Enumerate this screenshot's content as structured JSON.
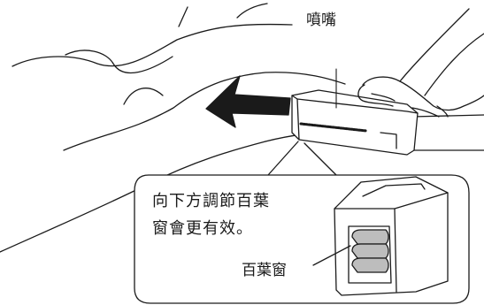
{
  "labels": {
    "nozzle": "噴嘴",
    "callout_line_1": "向下方調節百葉",
    "callout_line_2": "窗會更有效。",
    "louver": "百葉窗"
  },
  "icons": {
    "arrow": "left-arrow-icon",
    "hand": "hand-icon",
    "nozzle": "nozzle-icon",
    "louver": "louver-icon"
  },
  "colors": {
    "line": "#1a1a1a",
    "background": "#ffffff",
    "louver_fill": "#bdbdbd"
  }
}
